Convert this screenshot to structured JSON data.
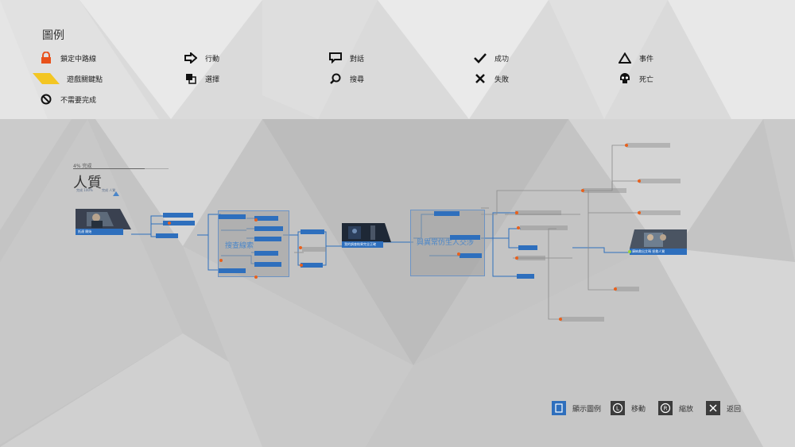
{
  "legend": {
    "title": "圖例",
    "items": [
      {
        "icon": "lock-icon",
        "label": "鎖定中路線"
      },
      {
        "icon": "action-arrow-icon",
        "label": "行動"
      },
      {
        "icon": "dialogue-icon",
        "label": "對話"
      },
      {
        "icon": "checkmark-icon",
        "label": "成功"
      },
      {
        "icon": "triangle-icon",
        "label": "事件"
      },
      {
        "icon": "keypoint-parallelogram-icon",
        "label": "遊戲關鍵點"
      },
      {
        "icon": "choice-icon",
        "label": "選擇"
      },
      {
        "icon": "magnifier-icon",
        "label": "搜尋"
      },
      {
        "icon": "cross-icon",
        "label": "失敗"
      },
      {
        "icon": "skull-icon",
        "label": "死亡"
      },
      {
        "icon": "not-required-icon",
        "label": "不需要完成"
      }
    ]
  },
  "chapter": {
    "progress": "4% 完成",
    "title": "人質",
    "sub_left": "完成 100%",
    "sub_right": "完成 人質"
  },
  "flowchart": {
    "start_node": "抵達 開始",
    "mid_node": "我的調查結果完全正確",
    "end_node": "康納救出艾瑪 拯救人質",
    "box1": "搜查線索",
    "box2": "與異常仿生人交涉"
  },
  "controls": [
    {
      "icon": "touchpad-icon",
      "label": "顯示圖例"
    },
    {
      "icon": "left-stick-icon",
      "label": "移動"
    },
    {
      "icon": "right-stick-icon",
      "label": "縮放"
    },
    {
      "icon": "cross-button-icon",
      "label": "返回"
    }
  ],
  "colors": {
    "accent": "#2e6fbd",
    "node_marker": "#e8601c",
    "lock": "#e8521c",
    "keypoint": "#f3c623"
  }
}
